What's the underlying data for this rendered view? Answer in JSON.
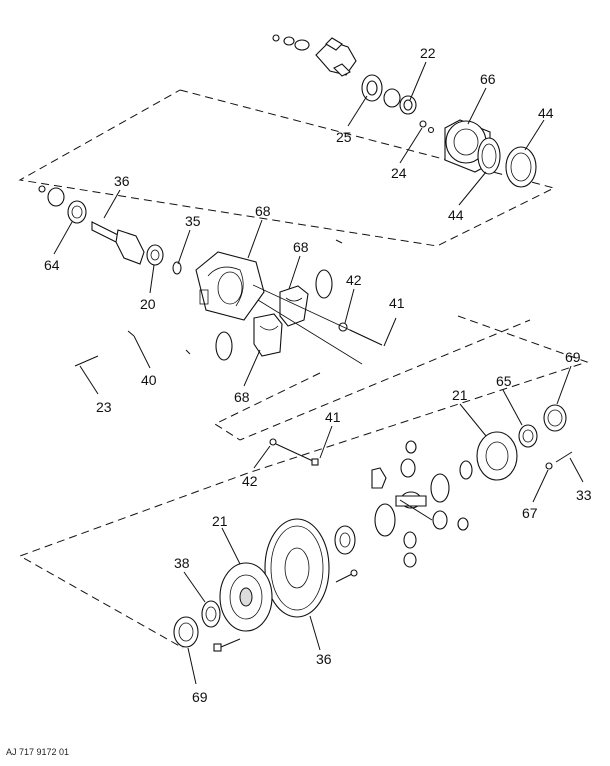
{
  "callouts": [
    "22",
    "66",
    "44",
    "25",
    "24",
    "44",
    "36",
    "35",
    "68",
    "68",
    "64",
    "20",
    "42",
    "41",
    "23",
    "40",
    "68",
    "69",
    "21",
    "65",
    "41",
    "42",
    "33",
    "67",
    "21",
    "38",
    "36",
    "69"
  ],
  "figure_id": "AJ 717 9172 01"
}
